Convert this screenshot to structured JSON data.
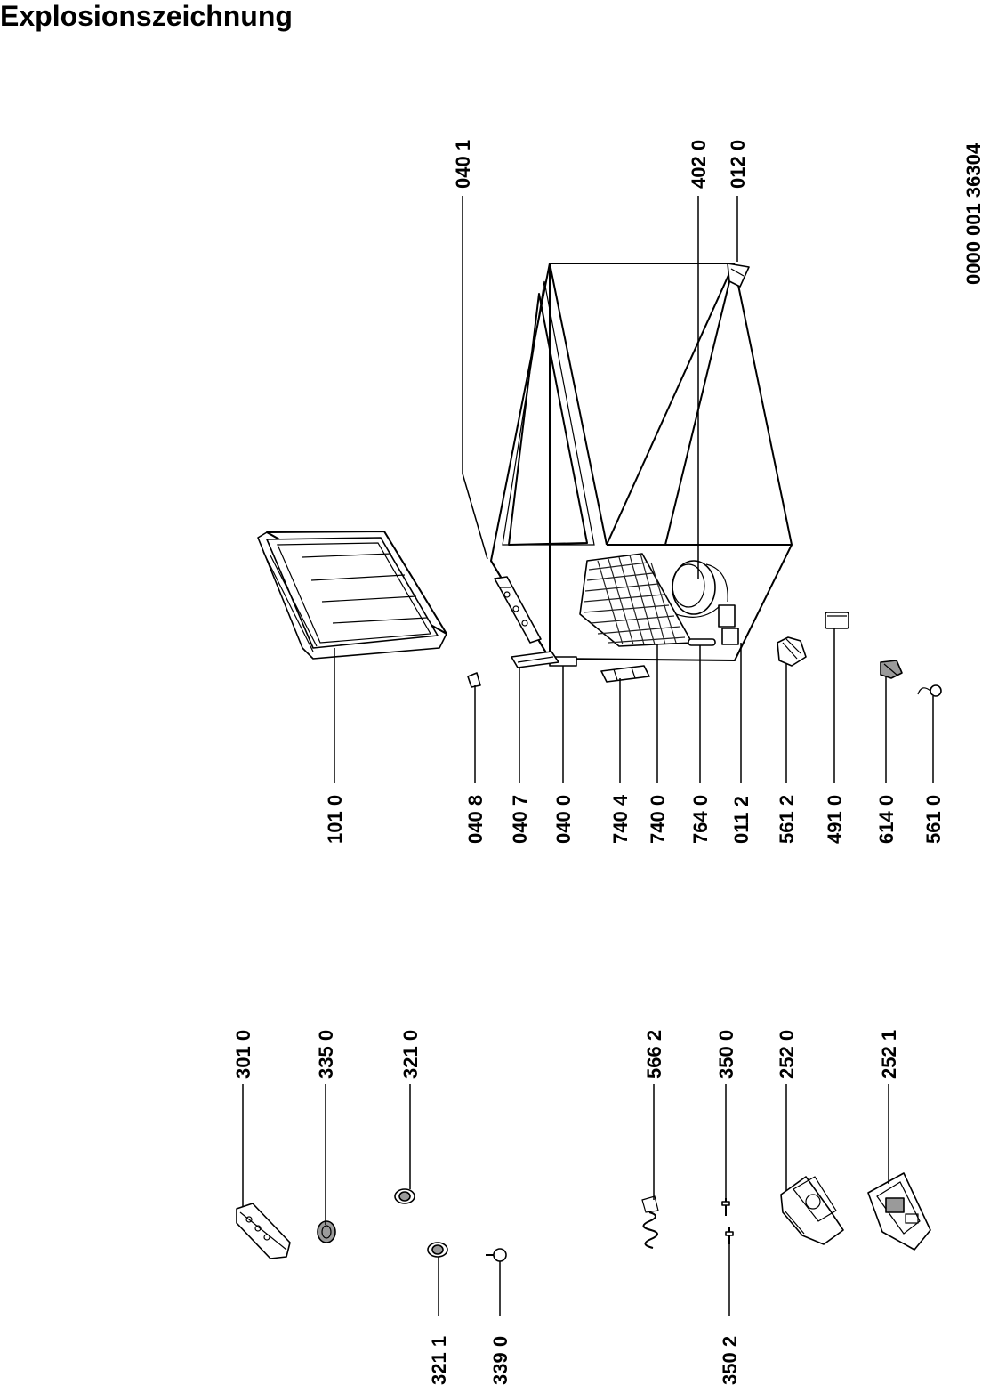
{
  "title": "Explosionszeichnung",
  "document_code": "0000 001 36304",
  "part_numbers": [
    {
      "id": "301_0",
      "label": "301 0"
    },
    {
      "id": "335_0",
      "label": "335 0"
    },
    {
      "id": "321_0",
      "label": "321 0"
    },
    {
      "id": "321_1",
      "label": "321 1"
    },
    {
      "id": "339_0",
      "label": "339 0"
    },
    {
      "id": "566_2",
      "label": "566 2"
    },
    {
      "id": "350_0",
      "label": "350 0"
    },
    {
      "id": "350_2",
      "label": "350 2"
    },
    {
      "id": "252_0",
      "label": "252 0"
    },
    {
      "id": "252_1",
      "label": "252 1"
    },
    {
      "id": "101_0",
      "label": "101 0"
    },
    {
      "id": "040_8",
      "label": "040 8"
    },
    {
      "id": "040_7",
      "label": "040 7"
    },
    {
      "id": "040_0",
      "label": "040 0"
    },
    {
      "id": "740_4",
      "label": "740 4"
    },
    {
      "id": "740_0",
      "label": "740 0"
    },
    {
      "id": "764_0",
      "label": "764 0"
    },
    {
      "id": "011_2",
      "label": "011 2"
    },
    {
      "id": "561_2",
      "label": "561 2"
    },
    {
      "id": "491_0",
      "label": "491 0"
    },
    {
      "id": "614_0",
      "label": "614 0"
    },
    {
      "id": "561_0",
      "label": "561 0"
    },
    {
      "id": "040_1",
      "label": "040 1"
    },
    {
      "id": "402_0",
      "label": "402 0"
    },
    {
      "id": "012_0",
      "label": "012 0"
    }
  ]
}
